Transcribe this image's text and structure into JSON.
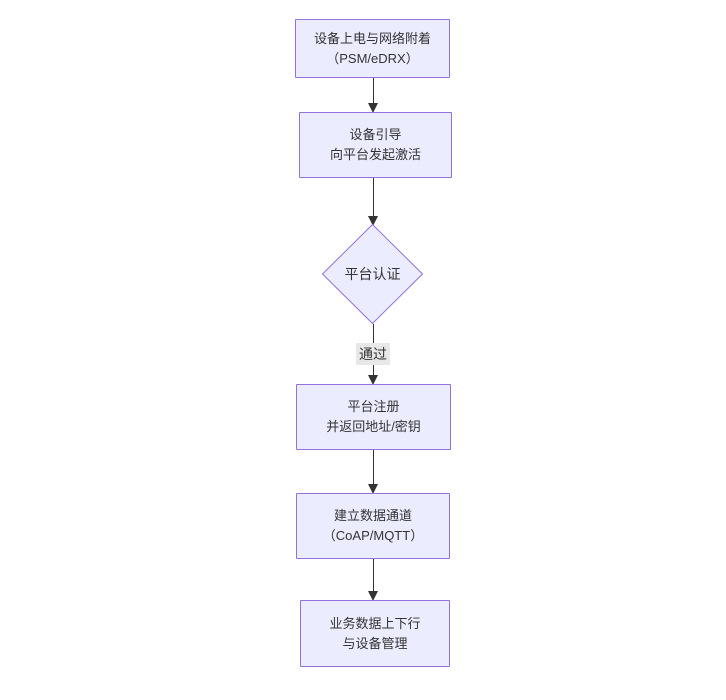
{
  "diagram": {
    "type": "flowchart",
    "direction": "top-down",
    "nodes": [
      {
        "id": "power-attach",
        "shape": "rect",
        "lines": [
          "设备上电与网络附着",
          "（PSM/eDRX）"
        ]
      },
      {
        "id": "bootstrap",
        "shape": "rect",
        "lines": [
          "设备引导",
          "向平台发起激活"
        ]
      },
      {
        "id": "platform-auth",
        "shape": "diamond",
        "lines": [
          "平台认证"
        ]
      },
      {
        "id": "register",
        "shape": "rect",
        "lines": [
          "平台注册",
          "并返回地址/密钥"
        ]
      },
      {
        "id": "data-channel",
        "shape": "rect",
        "lines": [
          "建立数据通道",
          "（CoAP/MQTT）"
        ]
      },
      {
        "id": "business",
        "shape": "rect",
        "lines": [
          "业务数据上下行",
          "与设备管理"
        ]
      }
    ],
    "edges": [
      {
        "from": "power-attach",
        "to": "bootstrap",
        "label": ""
      },
      {
        "from": "bootstrap",
        "to": "platform-auth",
        "label": ""
      },
      {
        "from": "platform-auth",
        "to": "register",
        "label": "通过"
      },
      {
        "from": "register",
        "to": "data-channel",
        "label": ""
      },
      {
        "from": "data-channel",
        "to": "business",
        "label": ""
      }
    ]
  },
  "colors": {
    "node_fill": "#ECECFF",
    "node_border": "#9370DB",
    "text": "#333333",
    "arrow": "#333333",
    "edge_label_bg": "#e8e8e8",
    "canvas_bg": "#ffffff"
  }
}
